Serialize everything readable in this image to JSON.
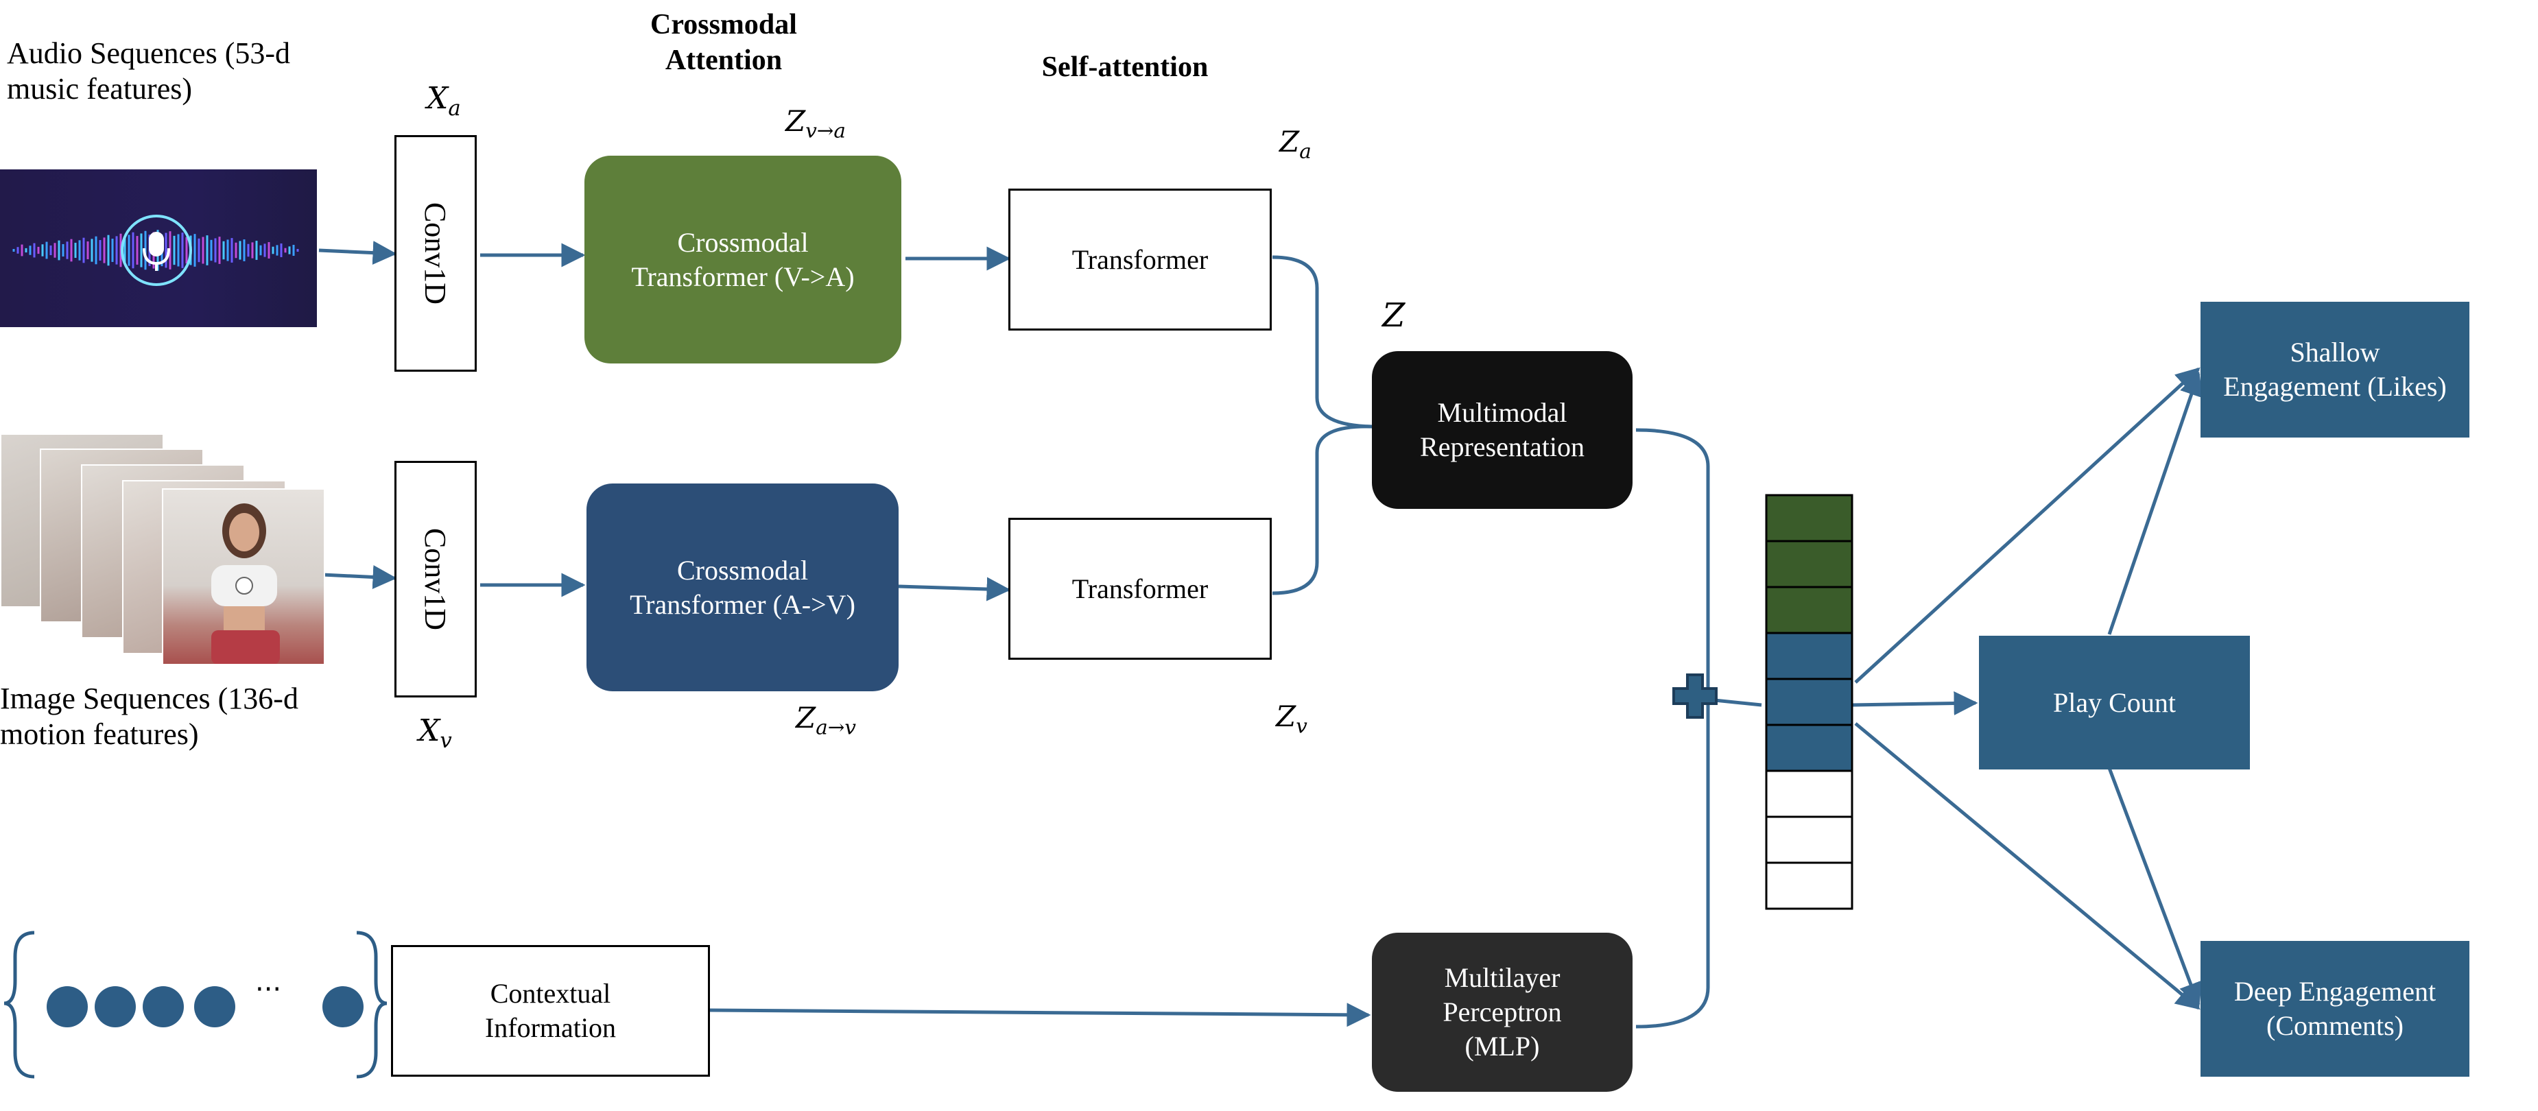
{
  "labels": {
    "audio_sequences": "Audio Sequences (53-d music features)",
    "image_sequences": "Image Sequences (136-d motion features)",
    "crossmodal_attention": "Crossmodal Attention",
    "self_attention": "Self-attention"
  },
  "math": {
    "x_a": {
      "base": "X",
      "sub": "a"
    },
    "x_v": {
      "base": "X",
      "sub": "v"
    },
    "z_v_to_a": {
      "base": "Z",
      "sub": "v→a"
    },
    "z_a_to_v": {
      "base": "Z",
      "sub": "a→v"
    },
    "z_a": {
      "base": "Z",
      "sub": "a"
    },
    "z_v": {
      "base": "Z",
      "sub": "v"
    },
    "z": "Z"
  },
  "nodes": {
    "conv1d_audio": "Conv1D",
    "conv1d_image": "Conv1D",
    "crossmodal_v_to_a": "Crossmodal Transformer (V->A)",
    "crossmodal_a_to_v": "Crossmodal Transformer (A->V)",
    "transformer_top": "Transformer",
    "transformer_bottom": "Transformer",
    "multimodal_representation": "Multimodal Representation",
    "contextual_information": "Contextual Information",
    "mlp": "Multilayer Perceptron (MLP)",
    "play_count": "Play Count",
    "shallow_engagement": "Shallow Engagement (Likes)",
    "deep_engagement": "Deep Engagement (Comments)"
  },
  "context_ellipsis": "···",
  "colors": {
    "green": "#5e7f3a",
    "blue_dark": "#2c4e77",
    "blue_output": "#2e5f82",
    "black": "#111111",
    "dark_gray": "#2b2b2b",
    "line": "#3a6a93",
    "dots": "#2d5d86",
    "vector_green": "#3a5c2a",
    "vector_blue": "#2e5f82"
  },
  "vector": {
    "cells": [
      "green",
      "green",
      "green",
      "blue",
      "blue",
      "blue",
      "white",
      "white",
      "white"
    ]
  }
}
